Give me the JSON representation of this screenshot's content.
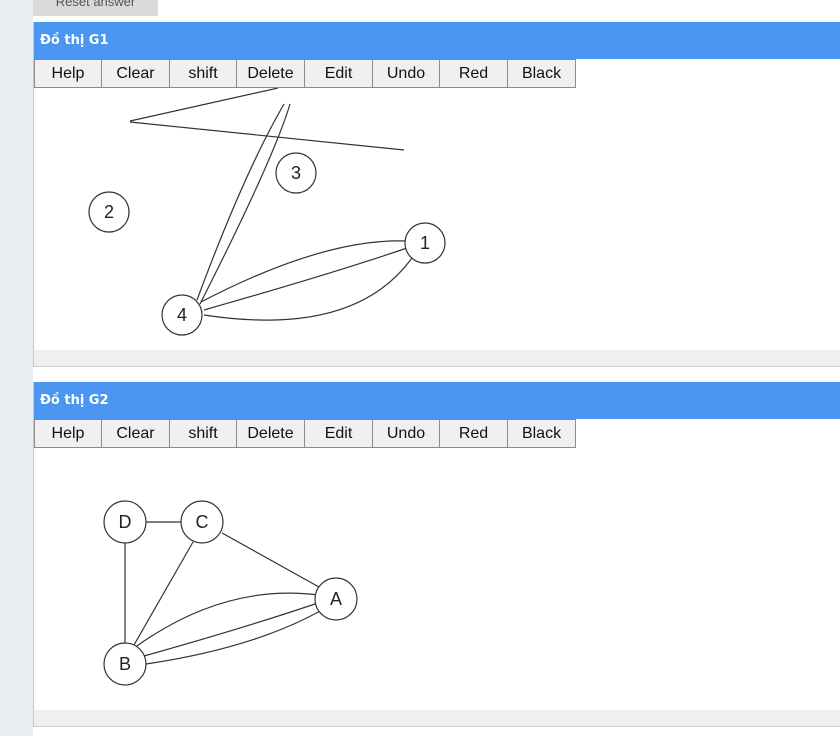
{
  "reset_label": "Reset answer",
  "toolbar_labels": [
    "Help",
    "Clear",
    "shift",
    "Delete",
    "Edit",
    "Undo",
    "Red",
    "Black"
  ],
  "graphs": [
    {
      "title": "Đồ thị G1",
      "nodes": [
        "1",
        "2",
        "3",
        "4"
      ]
    },
    {
      "title": "Đồ thị G2",
      "nodes": [
        "A",
        "B",
        "C",
        "D"
      ]
    }
  ]
}
